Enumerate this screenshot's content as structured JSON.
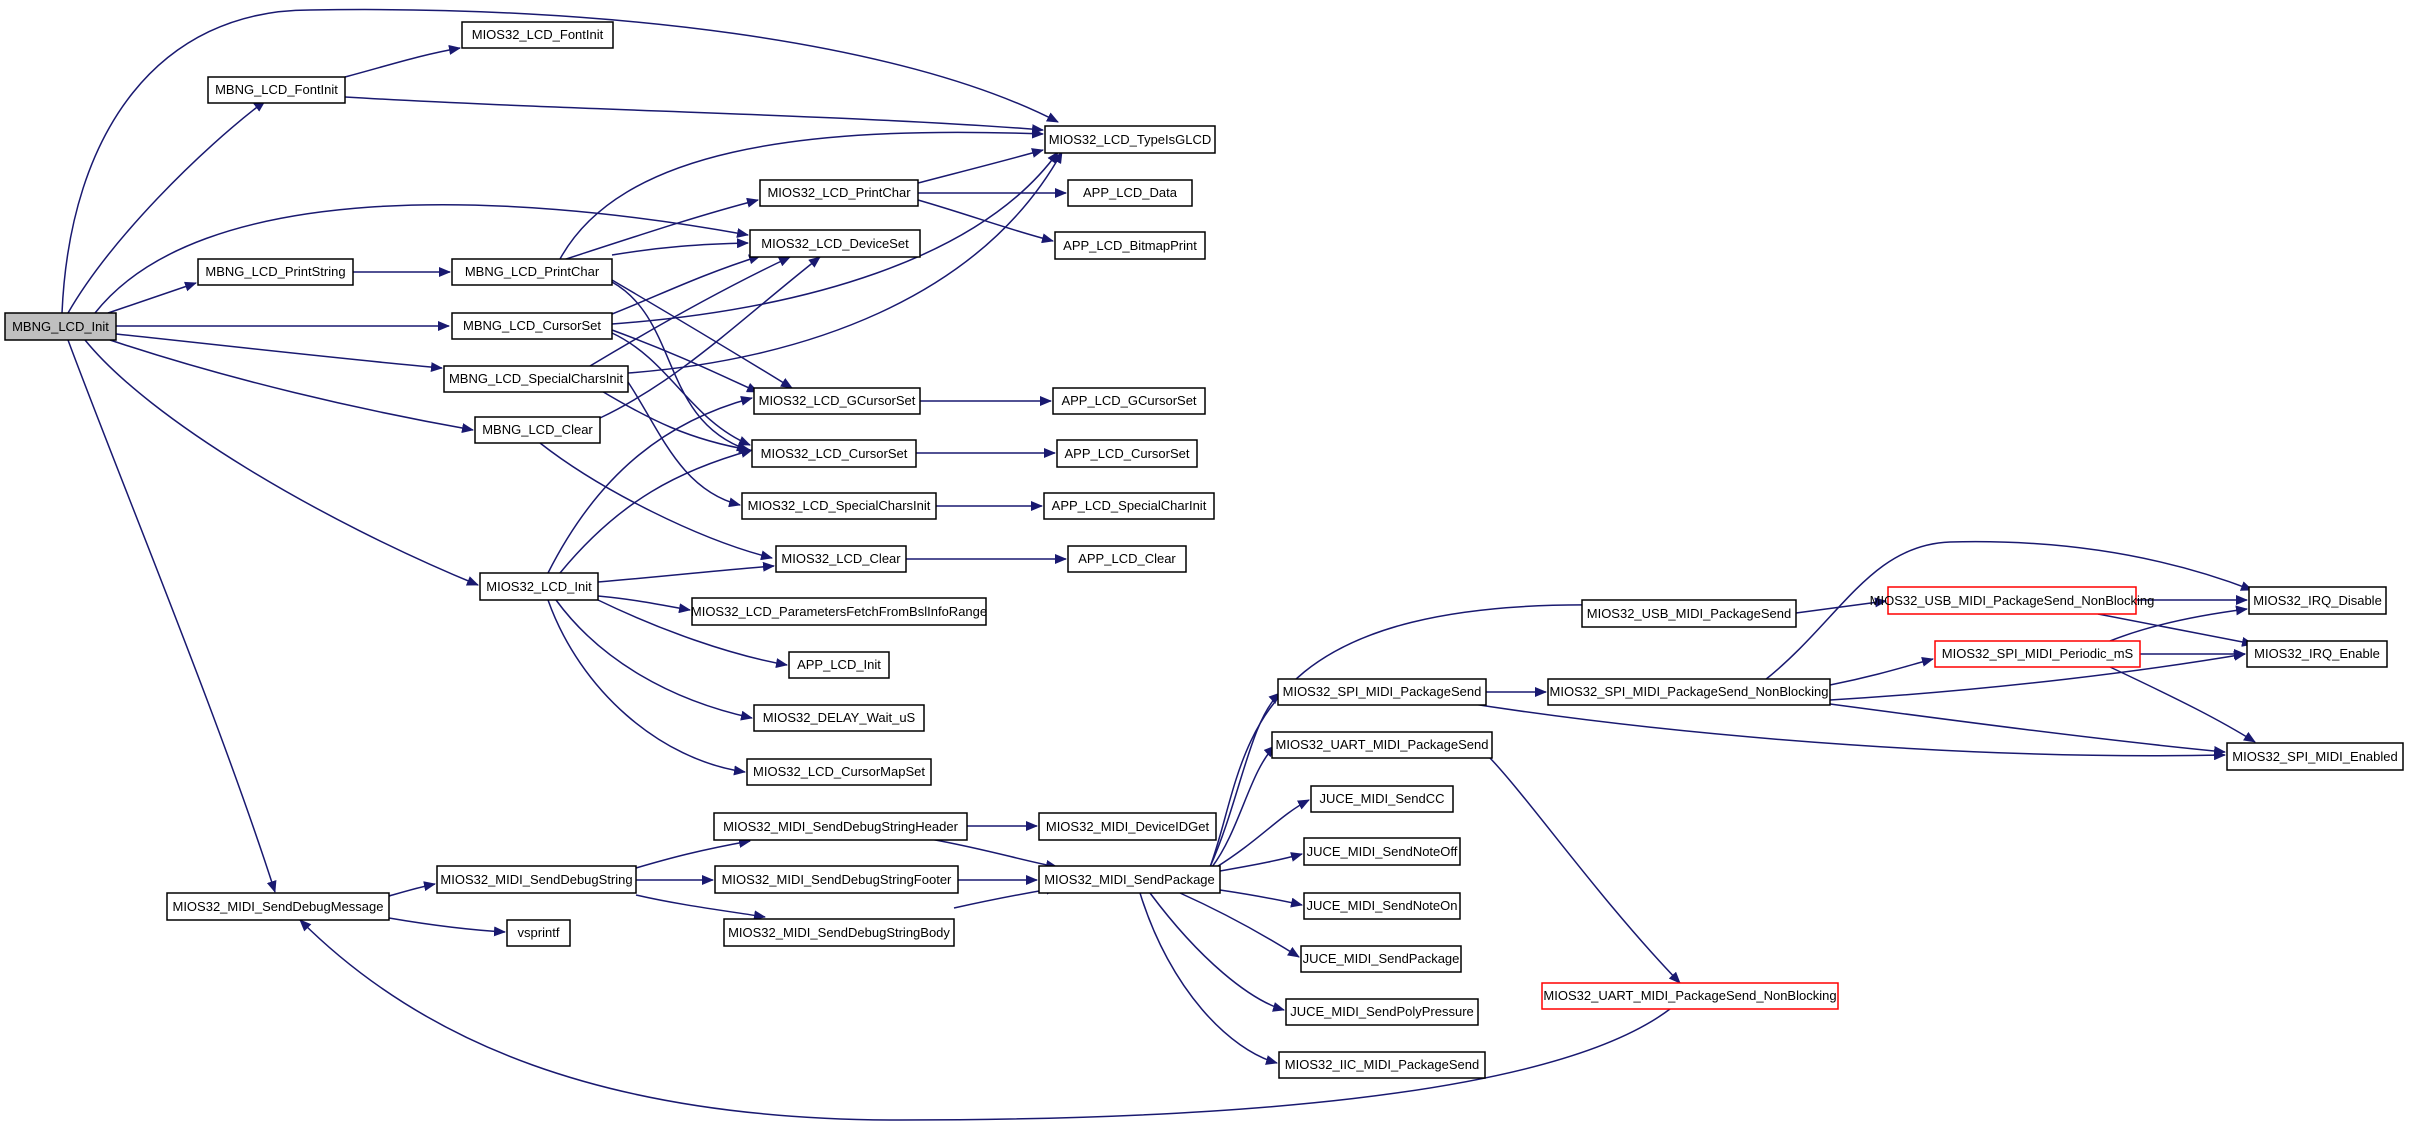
{
  "colors": {
    "edge": "#191970",
    "root_fill": "#bfbfbf",
    "node_border": "#000000",
    "truncated_border": "#ff0000"
  },
  "nodes": {
    "mbng_lcd_init": "MBNG_LCD_Init",
    "mbng_lcd_fontinit": "MBNG_LCD_FontInit",
    "mios32_lcd_fontinit": "MIOS32_LCD_FontInit",
    "mios32_lcd_typeisglcd": "MIOS32_LCD_TypeIsGLCD",
    "mbng_lcd_printstring": "MBNG_LCD_PrintString",
    "mbng_lcd_printchar": "MBNG_LCD_PrintChar",
    "mios32_lcd_printchar": "MIOS32_LCD_PrintChar",
    "app_lcd_data": "APP_LCD_Data",
    "app_lcd_bitmapprint": "APP_LCD_BitmapPrint",
    "mios32_lcd_deviceset": "MIOS32_LCD_DeviceSet",
    "mbng_lcd_cursorset": "MBNG_LCD_CursorSet",
    "mbng_lcd_specialcharsinit": "MBNG_LCD_SpecialCharsInit",
    "mios32_lcd_gcursorset": "MIOS32_LCD_GCursorSet",
    "app_lcd_gcursorset": "APP_LCD_GCursorSet",
    "mbng_lcd_clear": "MBNG_LCD_Clear",
    "mios32_lcd_cursorset": "MIOS32_LCD_CursorSet",
    "app_lcd_cursorset": "APP_LCD_CursorSet",
    "mios32_lcd_specialcharsinit": "MIOS32_LCD_SpecialCharsInit",
    "app_lcd_specialcharinit": "APP_LCD_SpecialCharInit",
    "mios32_lcd_clear": "MIOS32_LCD_Clear",
    "app_lcd_clear": "APP_LCD_Clear",
    "mios32_lcd_init": "MIOS32_LCD_Init",
    "mios32_lcd_paramfetch": "MIOS32_LCD_ParametersFetchFromBslInfoRange",
    "app_lcd_init": "APP_LCD_Init",
    "mios32_delay_wait_us": "MIOS32_DELAY_Wait_uS",
    "mios32_lcd_cursormapset": "MIOS32_LCD_CursorMapSet",
    "mios32_usb_midi_packagesend": "MIOS32_USB_MIDI_PackageSend",
    "mios32_usb_midi_packagesend_nb": "MIOS32_USB_MIDI_PackageSend_NonBlocking",
    "mios32_irq_disable": "MIOS32_IRQ_Disable",
    "mios32_irq_enable": "MIOS32_IRQ_Enable",
    "mios32_spi_midi_packagesend": "MIOS32_SPI_MIDI_PackageSend",
    "mios32_spi_midi_packagesend_nb": "MIOS32_SPI_MIDI_PackageSend_NonBlocking",
    "mios32_spi_midi_periodic_ms": "MIOS32_SPI_MIDI_Periodic_mS",
    "mios32_spi_midi_enabled": "MIOS32_SPI_MIDI_Enabled",
    "mios32_uart_midi_packagesend": "MIOS32_UART_MIDI_PackageSend",
    "juce_midi_sendcc": "JUCE_MIDI_SendCC",
    "mios32_midi_senddebugstringheader": "MIOS32_MIDI_SendDebugStringHeader",
    "mios32_midi_deviceidget": "MIOS32_MIDI_DeviceIDGet",
    "juce_midi_sendnoteoff": "JUCE_MIDI_SendNoteOff",
    "mios32_midi_senddebugstring": "MIOS32_MIDI_SendDebugString",
    "mios32_midi_senddebugstringfooter": "MIOS32_MIDI_SendDebugStringFooter",
    "mios32_midi_sendpackage": "MIOS32_MIDI_SendPackage",
    "mios32_midi_senddebugmessage": "MIOS32_MIDI_SendDebugMessage",
    "juce_midi_sendnoteon": "JUCE_MIDI_SendNoteOn",
    "vsprintf": "vsprintf",
    "mios32_midi_senddebugstringbody": "MIOS32_MIDI_SendDebugStringBody",
    "juce_midi_sendpackage": "JUCE_MIDI_SendPackage",
    "mios32_uart_midi_packagesend_nb": "MIOS32_UART_MIDI_PackageSend_NonBlocking",
    "juce_midi_sendpolypressure": "JUCE_MIDI_SendPolyPressure",
    "mios32_iic_midi_packagesend": "MIOS32_IIC_MIDI_PackageSend"
  }
}
